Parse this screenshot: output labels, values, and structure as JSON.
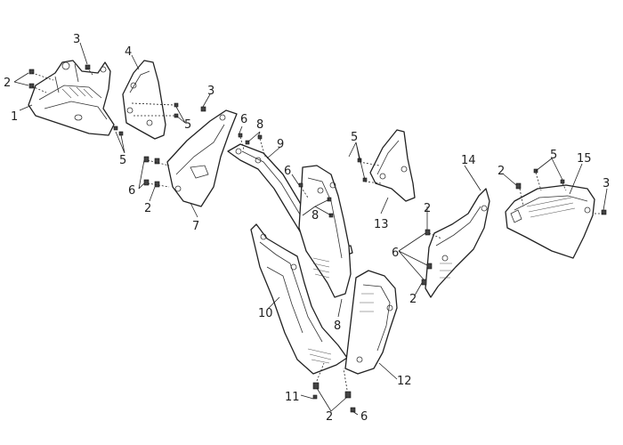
{
  "callouts": {
    "c1": "1",
    "c2a": "2",
    "c3a": "3",
    "c4": "4",
    "c5a": "5",
    "c5b": "5",
    "c3b": "3",
    "c6a": "6",
    "c2b": "2",
    "c6b": "6",
    "c8a": "8",
    "c7": "7",
    "c9": "9",
    "c6c": "6",
    "c8b": "8",
    "c5c": "5",
    "c13": "13",
    "c2c": "2",
    "c6d": "6",
    "c2d": "2",
    "c10": "10",
    "c8c": "8",
    "c14": "14",
    "c2e": "2",
    "c5d": "5",
    "c15": "15",
    "c3c": "3",
    "c12": "12",
    "c11": "11",
    "c2f": "2",
    "c6e": "6"
  }
}
